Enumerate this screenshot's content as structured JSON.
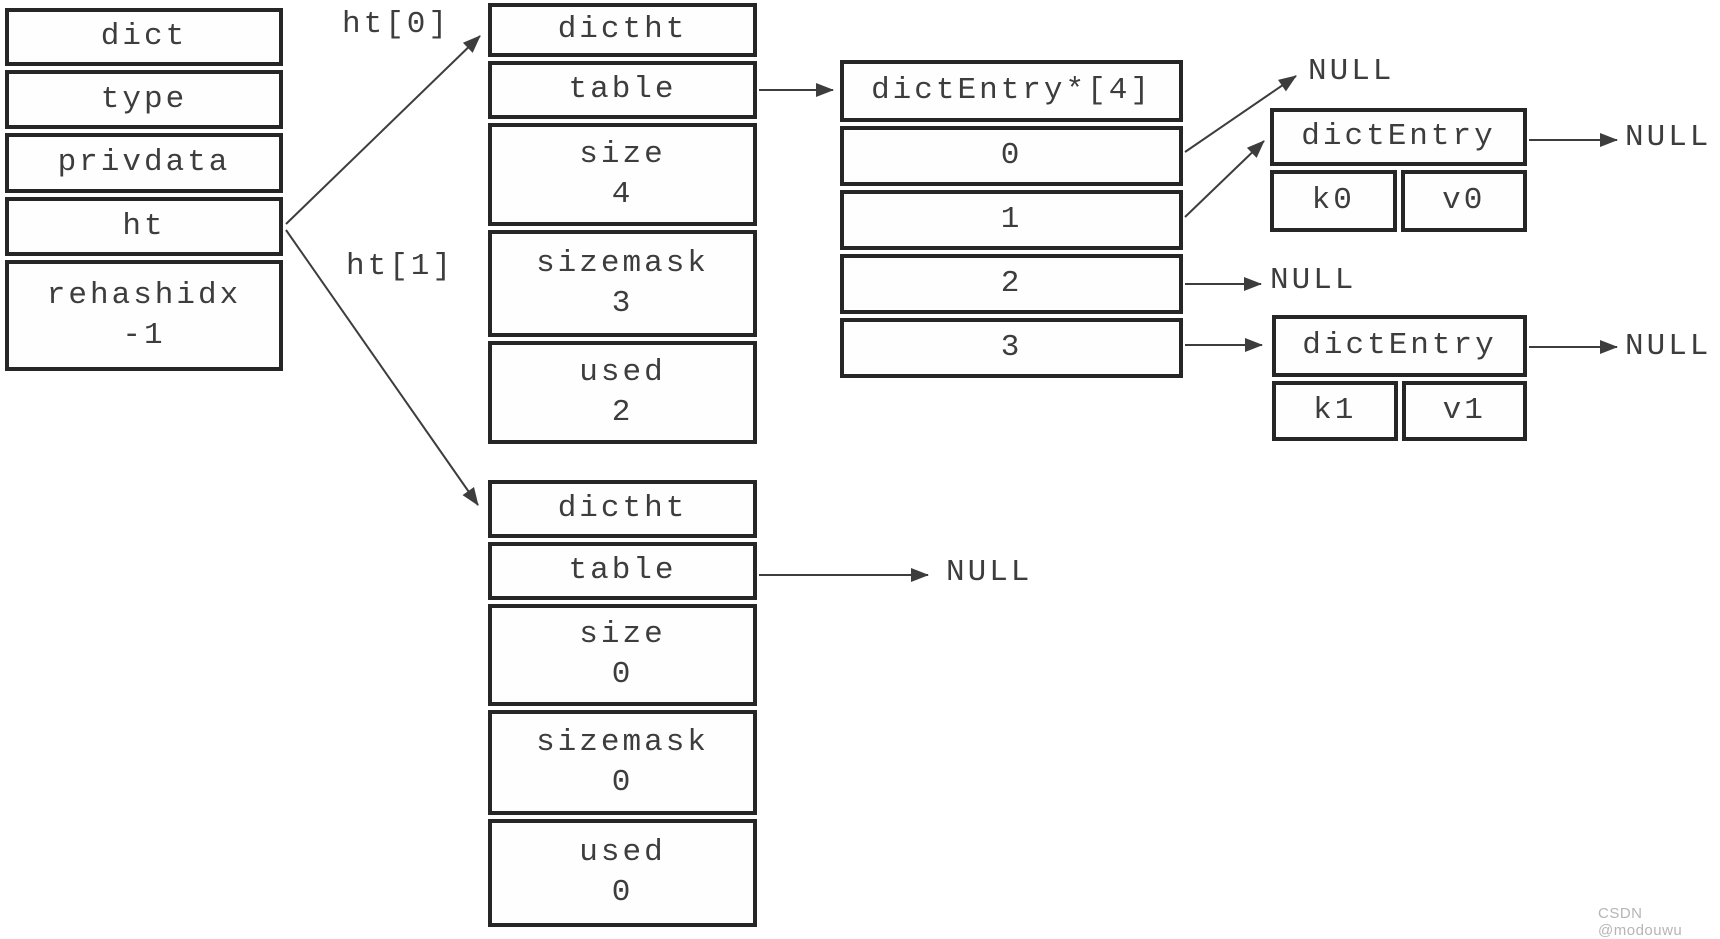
{
  "diagram": {
    "null_text": "NULL",
    "pointer_labels": {
      "ht0": "ht[0]",
      "ht1": "ht[1]"
    },
    "dict": {
      "title": "dict",
      "rows": [
        {
          "label": "type"
        },
        {
          "label": "privdata"
        },
        {
          "label": "ht"
        },
        {
          "label": "rehashidx",
          "value": "-1"
        }
      ]
    },
    "ht0_table": {
      "title": "dictht",
      "table_label": "table",
      "rows": [
        {
          "label": "size",
          "value": "4"
        },
        {
          "label": "sizemask",
          "value": "3"
        },
        {
          "label": "used",
          "value": "2"
        }
      ]
    },
    "ht1_table": {
      "title": "dictht",
      "table_label": "table",
      "rows": [
        {
          "label": "size",
          "value": "0"
        },
        {
          "label": "sizemask",
          "value": "0"
        },
        {
          "label": "used",
          "value": "0"
        }
      ]
    },
    "bucket_array": {
      "title": "dictEntry*[4]",
      "slots": [
        "0",
        "1",
        "2",
        "3"
      ]
    },
    "entry_k0": {
      "title": "dictEntry",
      "key": "k0",
      "value": "v0"
    },
    "entry_k1": {
      "title": "dictEntry",
      "key": "k1",
      "value": "v1"
    }
  },
  "colors": {
    "border": "#262626",
    "text": "#3d3d3d",
    "watermark": "#b5b5b5",
    "background": "#ffffff"
  },
  "watermark": "CSDN @modouwu"
}
